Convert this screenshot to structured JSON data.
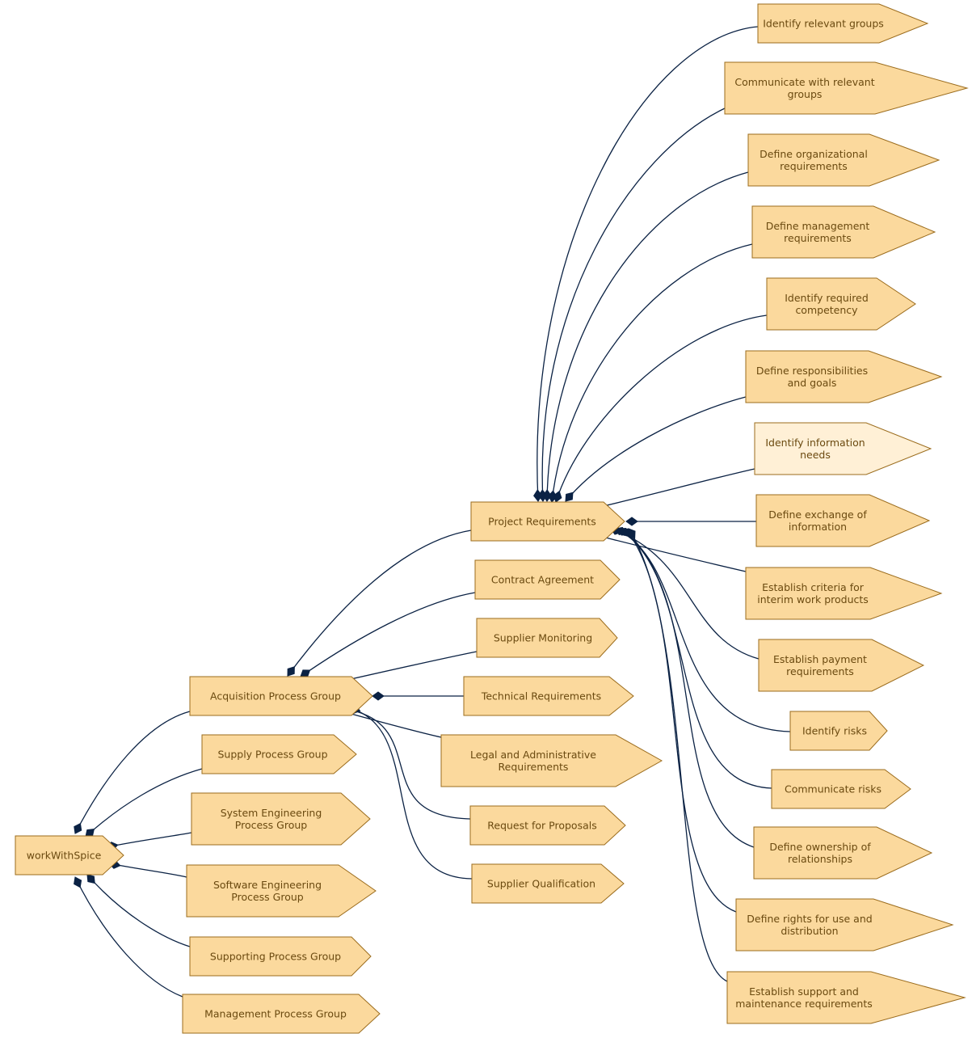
{
  "diagram": {
    "root": {
      "id": "root",
      "label": [
        "workWithSpice"
      ]
    },
    "groups": [
      {
        "id": "acq",
        "label": [
          "Acquisition Process Group"
        ]
      },
      {
        "id": "sup",
        "label": [
          "Supply Process Group"
        ]
      },
      {
        "id": "sys",
        "label": [
          "System Engineering",
          "Process Group"
        ]
      },
      {
        "id": "sw",
        "label": [
          "Software Engineering",
          "Process Group"
        ]
      },
      {
        "id": "supp",
        "label": [
          "Supporting Process Group"
        ]
      },
      {
        "id": "mgmt",
        "label": [
          "Management Process Group"
        ]
      }
    ],
    "acquisition_children": [
      {
        "id": "projreq",
        "label": [
          "Project Requirements"
        ]
      },
      {
        "id": "contract",
        "label": [
          "Contract Agreement"
        ]
      },
      {
        "id": "supmon",
        "label": [
          "Supplier Monitoring"
        ]
      },
      {
        "id": "techreq",
        "label": [
          "Technical Requirements"
        ]
      },
      {
        "id": "legal",
        "label": [
          "Legal and Administrative",
          "Requirements"
        ]
      },
      {
        "id": "rfp",
        "label": [
          "Request for Proposals"
        ]
      },
      {
        "id": "supqual",
        "label": [
          "Supplier Qualification"
        ]
      }
    ],
    "project_requirements_children": [
      {
        "id": "p1",
        "label": [
          "Identify relevant groups"
        ]
      },
      {
        "id": "p2",
        "label": [
          "Communicate with relevant",
          "groups"
        ]
      },
      {
        "id": "p3",
        "label": [
          "Define organizational",
          "requirements"
        ]
      },
      {
        "id": "p4",
        "label": [
          "Define management",
          "requirements"
        ]
      },
      {
        "id": "p5",
        "label": [
          "Identify required",
          "competency"
        ]
      },
      {
        "id": "p6",
        "label": [
          "Define responsibilities",
          "and goals"
        ]
      },
      {
        "id": "p7",
        "label": [
          "Identify information",
          "needs"
        ],
        "highlighted": true
      },
      {
        "id": "p8",
        "label": [
          "Define exchange of",
          "information"
        ]
      },
      {
        "id": "p9",
        "label": [
          "Establish criteria for",
          "interim work products"
        ]
      },
      {
        "id": "p10",
        "label": [
          "Establish payment",
          "requirements"
        ]
      },
      {
        "id": "p11",
        "label": [
          "Identify risks"
        ]
      },
      {
        "id": "p12",
        "label": [
          "Communicate risks"
        ]
      },
      {
        "id": "p13",
        "label": [
          "Define ownership of",
          "relationships"
        ]
      },
      {
        "id": "p14",
        "label": [
          "Define rights for use and",
          "distribution"
        ]
      },
      {
        "id": "p15",
        "label": [
          "Establish support and",
          "maintenance requirements"
        ]
      }
    ],
    "colors": {
      "node_fill": "#fbd99d",
      "node_fill_highlight": "#fff0d6",
      "node_stroke": "#9b6c1d",
      "edge": "#0b2244",
      "label": "#6b4a10"
    }
  }
}
